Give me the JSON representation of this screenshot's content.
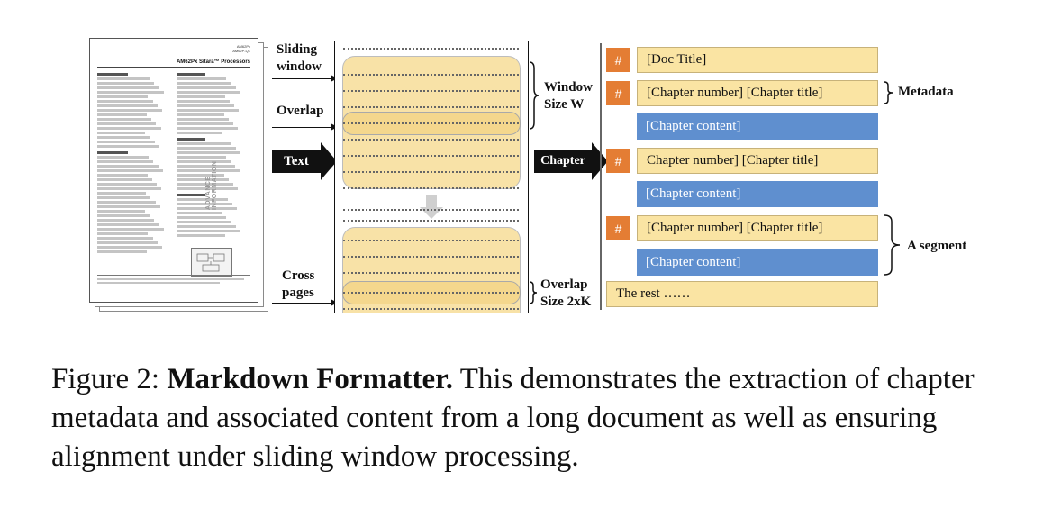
{
  "labels": {
    "sliding_window": [
      "Sliding",
      "window"
    ],
    "overlap": "Overlap",
    "cross_pages": [
      "Cross",
      "pages"
    ],
    "window_size": [
      "Window",
      "Size W"
    ],
    "overlap_size": [
      "Overlap",
      "Size 2xK"
    ],
    "metadata": "Metadata",
    "a_segment": "A segment"
  },
  "arrows": {
    "text": "Text",
    "chapter": "Chapter"
  },
  "document": {
    "brand": [
      "AM62Px",
      "AM62P-Q1"
    ],
    "title": "AM62Px Sitara™ Processors",
    "watermark": "ADVANCE INFORMATION"
  },
  "hash_symbol": "#",
  "chunks": [
    {
      "kind": "meta",
      "has_hash": true,
      "text": "[Doc Title]"
    },
    {
      "kind": "meta",
      "has_hash": true,
      "text": "[Chapter number] [Chapter title]"
    },
    {
      "kind": "content",
      "has_hash": false,
      "text": "[Chapter content]"
    },
    {
      "kind": "meta",
      "has_hash": true,
      "text": "Chapter number] [Chapter title]"
    },
    {
      "kind": "content",
      "has_hash": false,
      "text": "[Chapter content]"
    },
    {
      "kind": "meta",
      "has_hash": true,
      "text": "[Chapter number] [Chapter title]"
    },
    {
      "kind": "content",
      "has_hash": false,
      "text": "[Chapter content]"
    },
    {
      "kind": "rest",
      "has_hash": false,
      "text": "The rest ……"
    }
  ],
  "caption": {
    "prefix": "Figure 2: ",
    "bold": "Markdown Formatter.",
    "text": " This demonstrates the extraction of chapter metadata and associated content from a long document as well as ensuring alignment under sliding window processing."
  },
  "colors": {
    "hash_orange": "#e47d34",
    "meta_yellow": "#fae4a3",
    "content_blue": "#5f8fcf",
    "window_yellow": "#f8e2a7"
  }
}
